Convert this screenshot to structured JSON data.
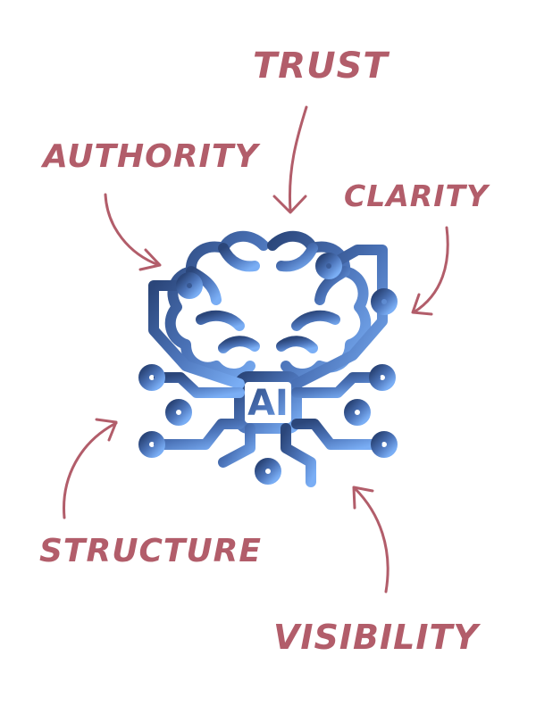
{
  "labels": {
    "trust": "TRUST",
    "authority": "AUTHORITY",
    "clarity": "CLARITY",
    "structure": "STRUCTURE",
    "visibility": "VISIBILITY"
  },
  "center": {
    "chip_text": "AI",
    "icon": "ai-brain-circuit-icon"
  },
  "colors": {
    "label": "#b25d6a",
    "arrow": "#b25d6a",
    "gradient_dark": "#2b467a",
    "gradient_light": "#7aaef5"
  }
}
